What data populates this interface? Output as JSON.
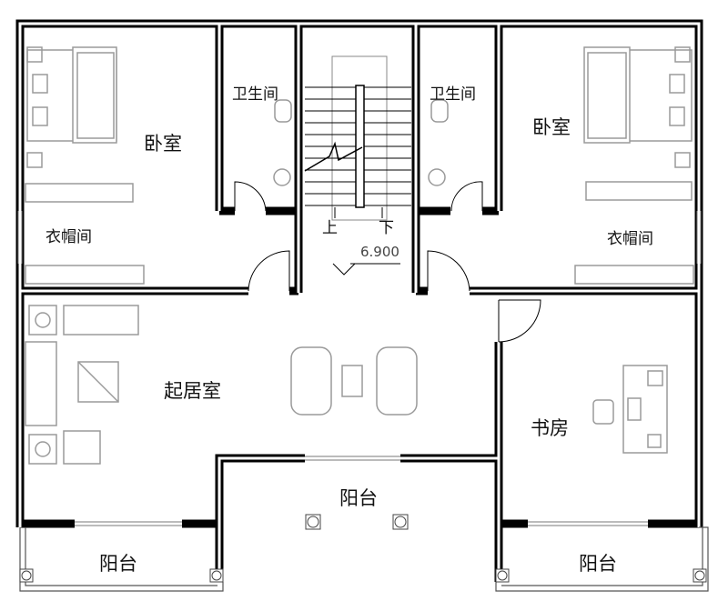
{
  "rooms": {
    "bedroom_left": "卧室",
    "bedroom_right": "卧室",
    "bathroom_left": "卫生间",
    "bathroom_right": "卫生间",
    "closet_left": "衣帽间",
    "closet_right": "衣帽间",
    "living_room": "起居室",
    "study": "书房",
    "balcony_middle": "阳台",
    "balcony_left": "阳台",
    "balcony_right": "阳台"
  },
  "stairs": {
    "up": "上",
    "down": "下"
  },
  "elevation": "6.900",
  "colors": {
    "wall": "#000000",
    "furniture": "#9a9a9a"
  }
}
